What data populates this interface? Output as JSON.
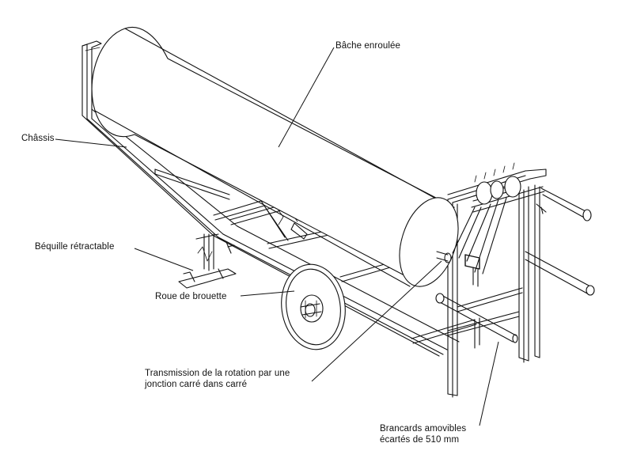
{
  "labels": {
    "bache": "Bâche enroulée",
    "chassis": "Châssis",
    "bequille": "Béquille rétractable",
    "roue": "Roue de brouette",
    "transmission_line1": "Transmission de la rotation par une",
    "transmission_line2": "jonction carré dans carré",
    "brancards_line1": "Brancards amovibles",
    "brancards_line2": "écartés de 510 mm"
  },
  "colors": {
    "line": "#111111",
    "background": "#ffffff"
  }
}
